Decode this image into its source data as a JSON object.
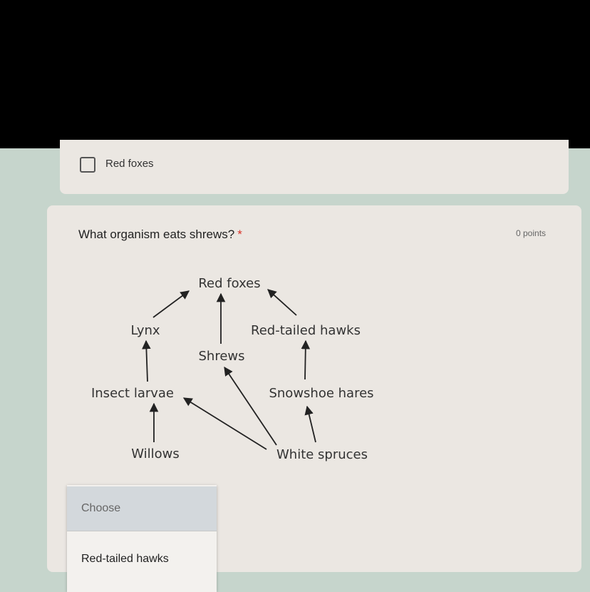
{
  "previous_question": {
    "option_label": "Red foxes",
    "checked": false
  },
  "question": {
    "title": "What organism eats shrews?",
    "required_mark": "*",
    "points": "0 points"
  },
  "food_web": {
    "organisms": [
      "Red foxes",
      "Lynx",
      "Red-tailed hawks",
      "Shrews",
      "Insect larvae",
      "Snowshoe hares",
      "Willows",
      "White spruces"
    ],
    "edges": [
      {
        "from": "Lynx",
        "to": "Red foxes"
      },
      {
        "from": "Shrews",
        "to": "Red foxes"
      },
      {
        "from": "Red-tailed hawks",
        "to": "Red foxes"
      },
      {
        "from": "Insect larvae",
        "to": "Lynx"
      },
      {
        "from": "Snowshoe hares",
        "to": "Red-tailed hawks"
      },
      {
        "from": "White spruces",
        "to": "Shrews"
      },
      {
        "from": "White spruces",
        "to": "Insect larvae"
      },
      {
        "from": "Willows",
        "to": "Insect larvae"
      },
      {
        "from": "White spruces",
        "to": "Snowshoe hares"
      }
    ]
  },
  "dropdown": {
    "placeholder": "Choose",
    "options": [
      "Red-tailed hawks"
    ]
  }
}
